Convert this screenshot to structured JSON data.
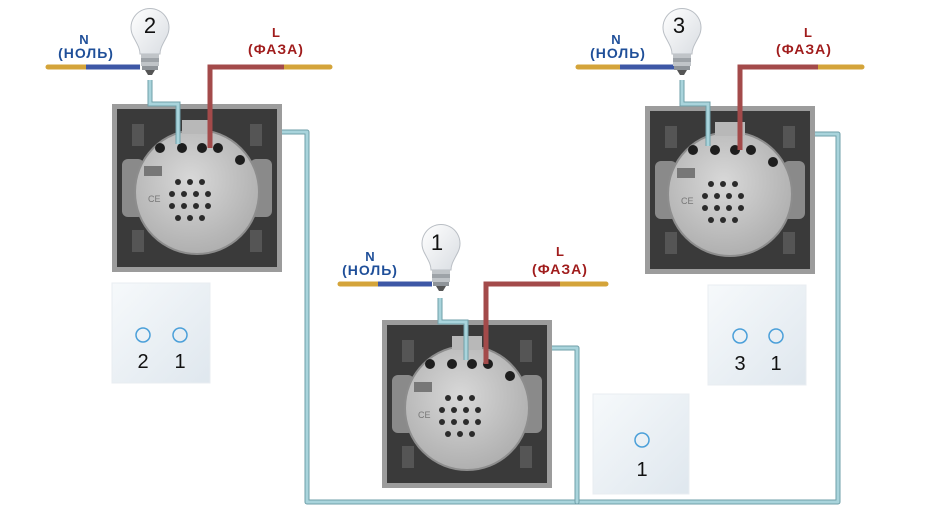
{
  "colors": {
    "neutral_label": "#1f4f99",
    "phase_label": "#a01c1c",
    "neutral_wire": "#3d57a6",
    "phase_wire": "#a34a4a",
    "link_wire": "#8cc1cc",
    "frame": "#7a7a7a",
    "plate": "#dfe7ee",
    "touch_ring": "#4a9fd9"
  },
  "labels": {
    "neutral_top": "N",
    "neutral_bottom": "(НОЛЬ)",
    "phase_top": "L",
    "phase_bottom": "(ФАЗА)"
  },
  "lamps": [
    {
      "id": "lamp-2",
      "number": "2"
    },
    {
      "id": "lamp-3",
      "number": "3"
    },
    {
      "id": "lamp-1",
      "number": "1"
    }
  ],
  "panels": [
    {
      "id": "panel-left",
      "buttons": [
        "2",
        "1"
      ]
    },
    {
      "id": "panel-right",
      "buttons": [
        "3",
        "1"
      ]
    },
    {
      "id": "panel-center",
      "buttons": [
        "1"
      ]
    }
  ],
  "icons": [
    "lightbulb-icon",
    "switch-mechanism-icon",
    "touch-button-icon"
  ]
}
